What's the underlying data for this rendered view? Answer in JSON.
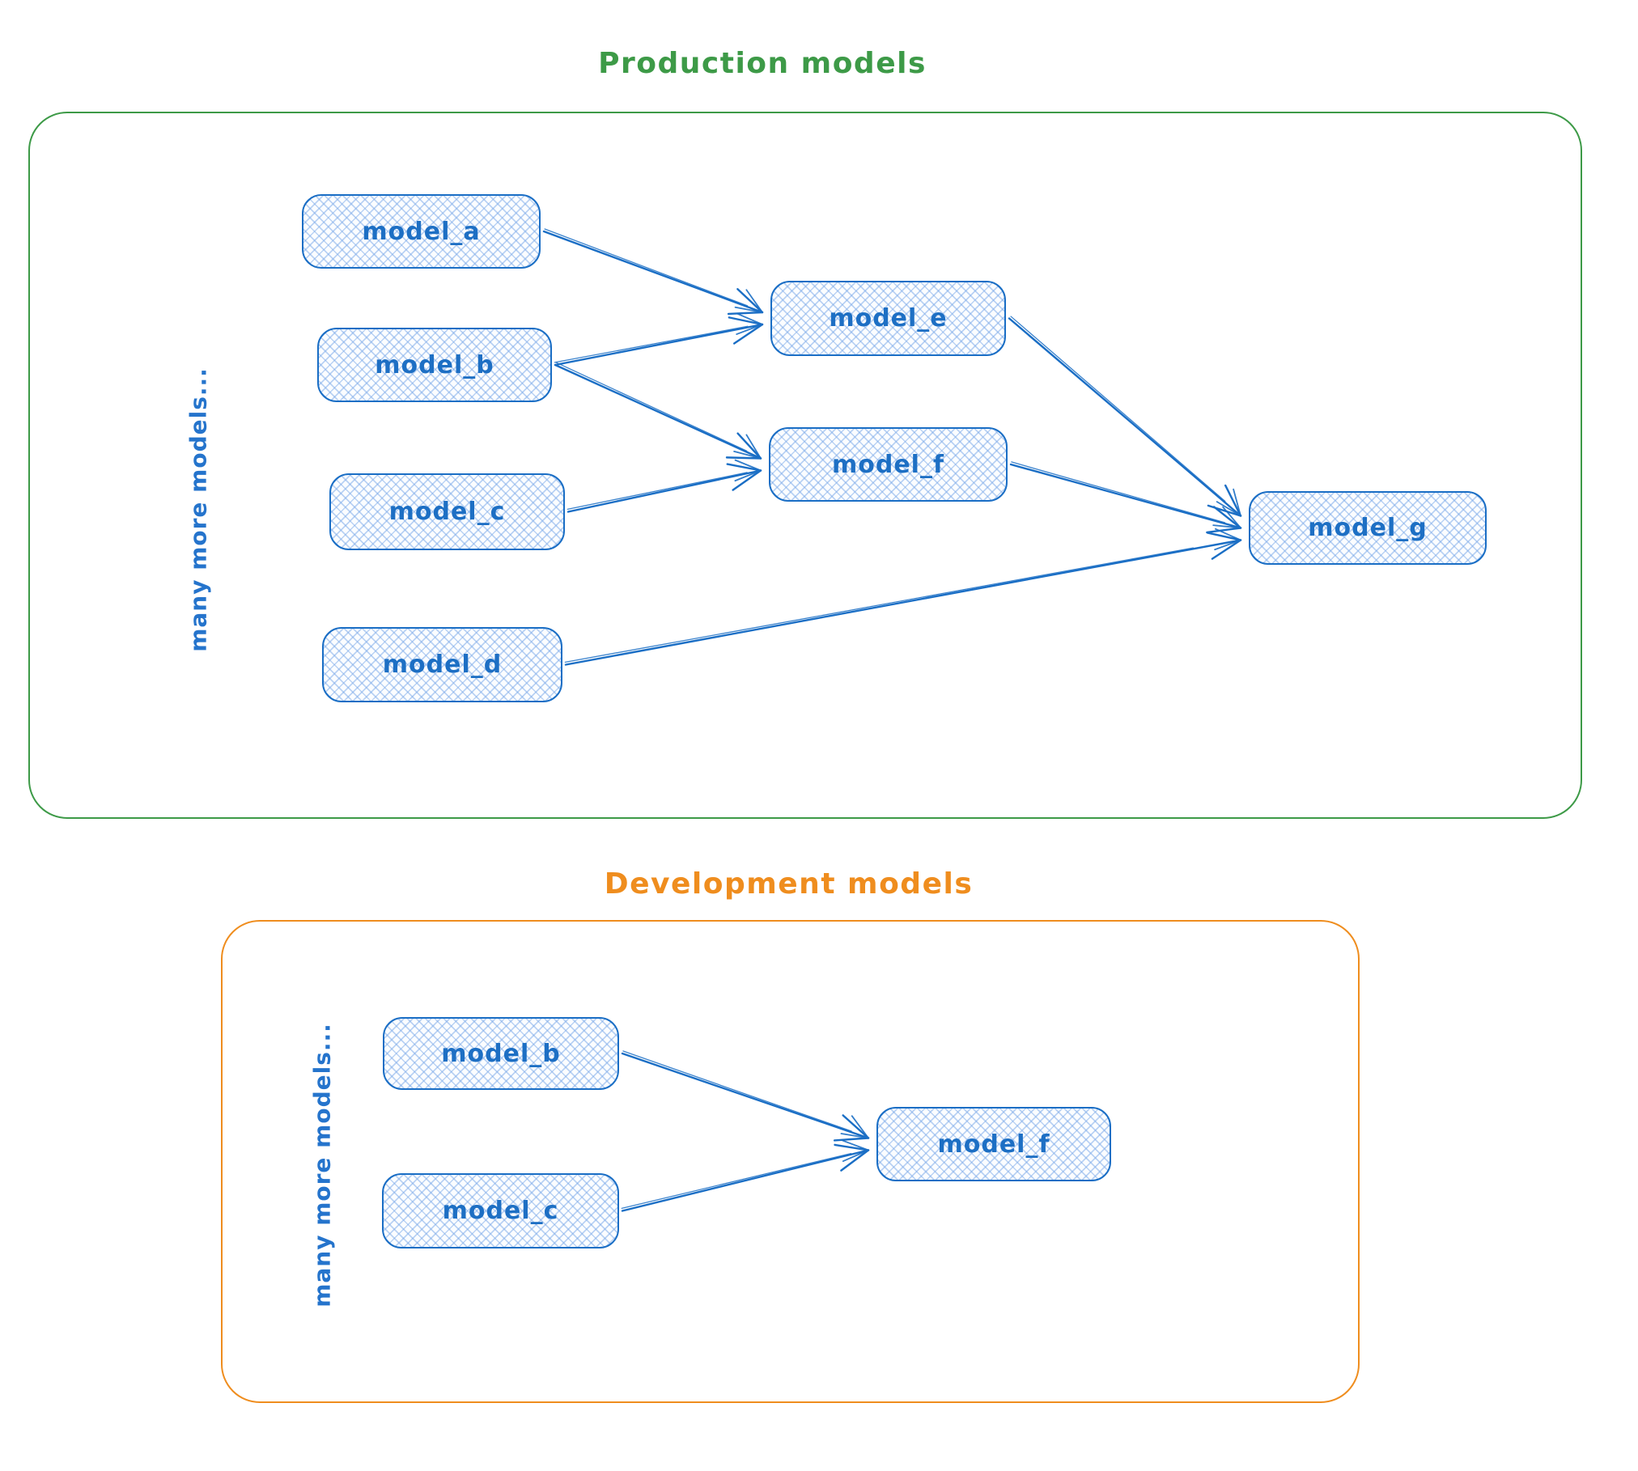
{
  "diagram": {
    "node_stroke_color": "#1a6ec5",
    "node_text_color": "#1d6fc4",
    "production": {
      "title": "Production models",
      "accent_color": "#3d9a47",
      "side_label": "many more models...",
      "nodes": [
        {
          "id": "model_a",
          "label": "model_a"
        },
        {
          "id": "model_b",
          "label": "model_b"
        },
        {
          "id": "model_c",
          "label": "model_c"
        },
        {
          "id": "model_d",
          "label": "model_d"
        },
        {
          "id": "model_e",
          "label": "model_e"
        },
        {
          "id": "model_f",
          "label": "model_f"
        },
        {
          "id": "model_g",
          "label": "model_g"
        }
      ],
      "edges": [
        {
          "from": "model_a",
          "to": "model_e"
        },
        {
          "from": "model_b",
          "to": "model_e"
        },
        {
          "from": "model_b",
          "to": "model_f"
        },
        {
          "from": "model_c",
          "to": "model_f"
        },
        {
          "from": "model_e",
          "to": "model_g"
        },
        {
          "from": "model_f",
          "to": "model_g"
        },
        {
          "from": "model_d",
          "to": "model_g"
        }
      ]
    },
    "development": {
      "title": "Development models",
      "accent_color": "#ef8d1e",
      "side_label": "many more models...",
      "nodes": [
        {
          "id": "model_b",
          "label": "model_b"
        },
        {
          "id": "model_c",
          "label": "model_c"
        },
        {
          "id": "model_f",
          "label": "model_f"
        }
      ],
      "edges": [
        {
          "from": "model_b",
          "to": "model_f"
        },
        {
          "from": "model_c",
          "to": "model_f"
        }
      ]
    }
  }
}
